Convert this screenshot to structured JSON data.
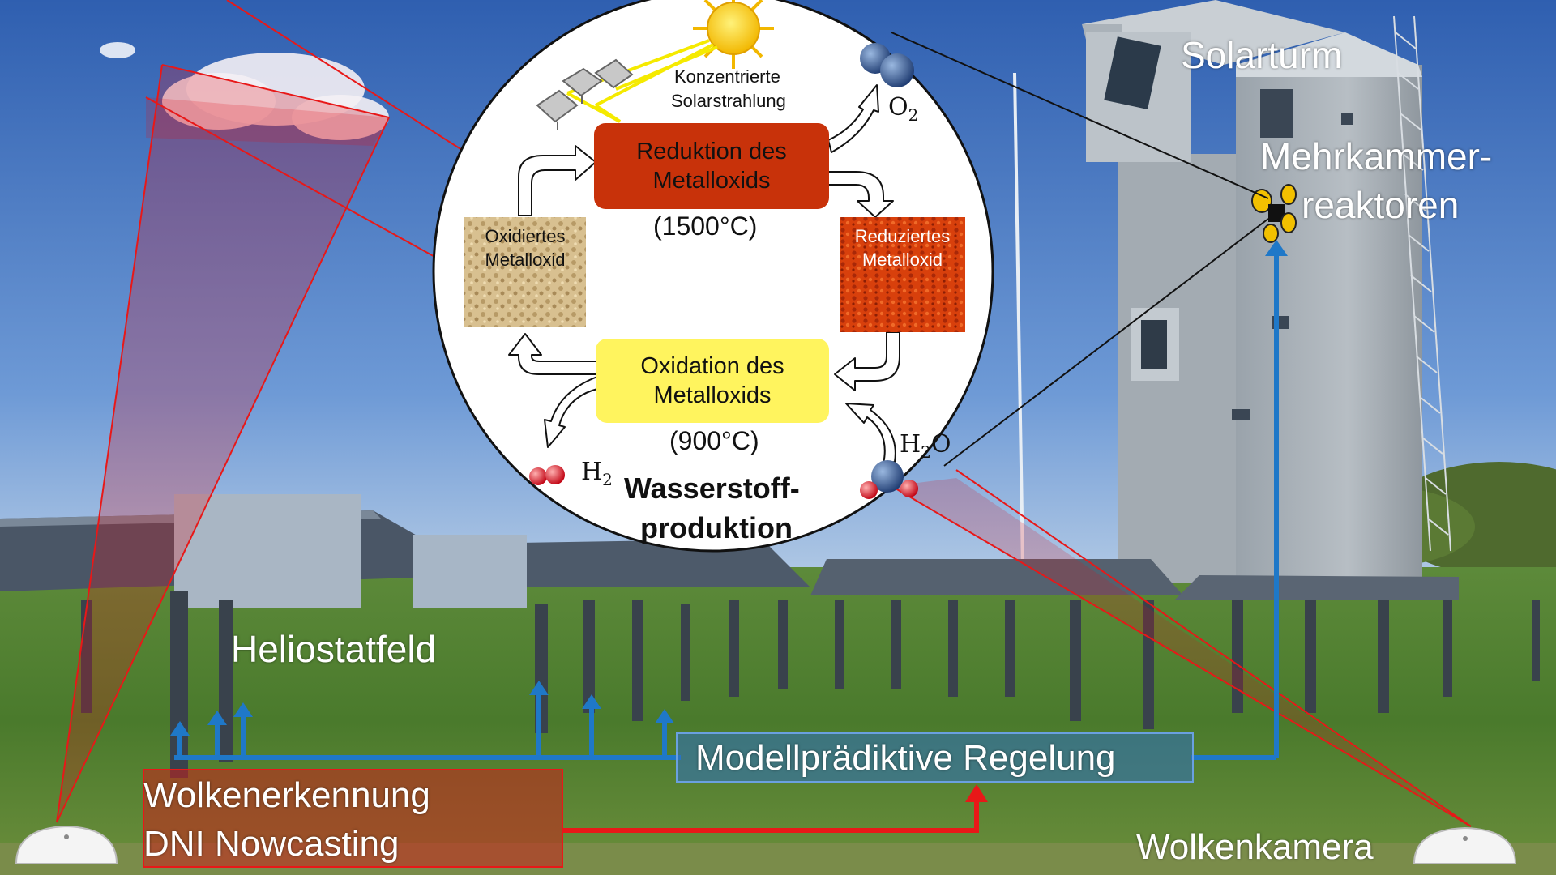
{
  "scene": {
    "tower_label": "Solarturm",
    "reactor_label": [
      "Mehrkammer-",
      "reaktoren"
    ],
    "field_label": "Heliostatfeld",
    "camera_label": "Wolkenkamera",
    "cloud_box": [
      "Wolkenerkennung",
      "DNI Nowcasting"
    ],
    "control_box": "Modellprädiktive Regelung"
  },
  "cycle": {
    "sun_label": [
      "Konzentrierte",
      "Solarstrahlung"
    ],
    "reduction_box": [
      "Reduktion des",
      "Metalloxids"
    ],
    "reduction_temp": "(1500°C)",
    "oxidation_box": [
      "Oxidation des",
      "Metalloxids"
    ],
    "oxidation_temp": "(900°C)",
    "oxidized_sample": [
      "Oxidiertes",
      "Metalloxid"
    ],
    "reduced_sample": [
      "Reduziertes",
      "Metalloxid"
    ],
    "o2": {
      "base": "O",
      "sub": "2"
    },
    "h2": {
      "base": "H",
      "sub": "2"
    },
    "h2o": {
      "base": "H",
      "sub": "2",
      "tail": "O"
    },
    "title": [
      "Wasserstoff-",
      "produktion"
    ]
  },
  "colors": {
    "control_arrows": "#1f78c8",
    "cloud_arrows": "#e81818",
    "reduction_fill": "#c8320a",
    "oxidation_fill": "#fff45e",
    "oxidized_sample": "#d8c090",
    "reduced_sample": "#d8400c"
  }
}
